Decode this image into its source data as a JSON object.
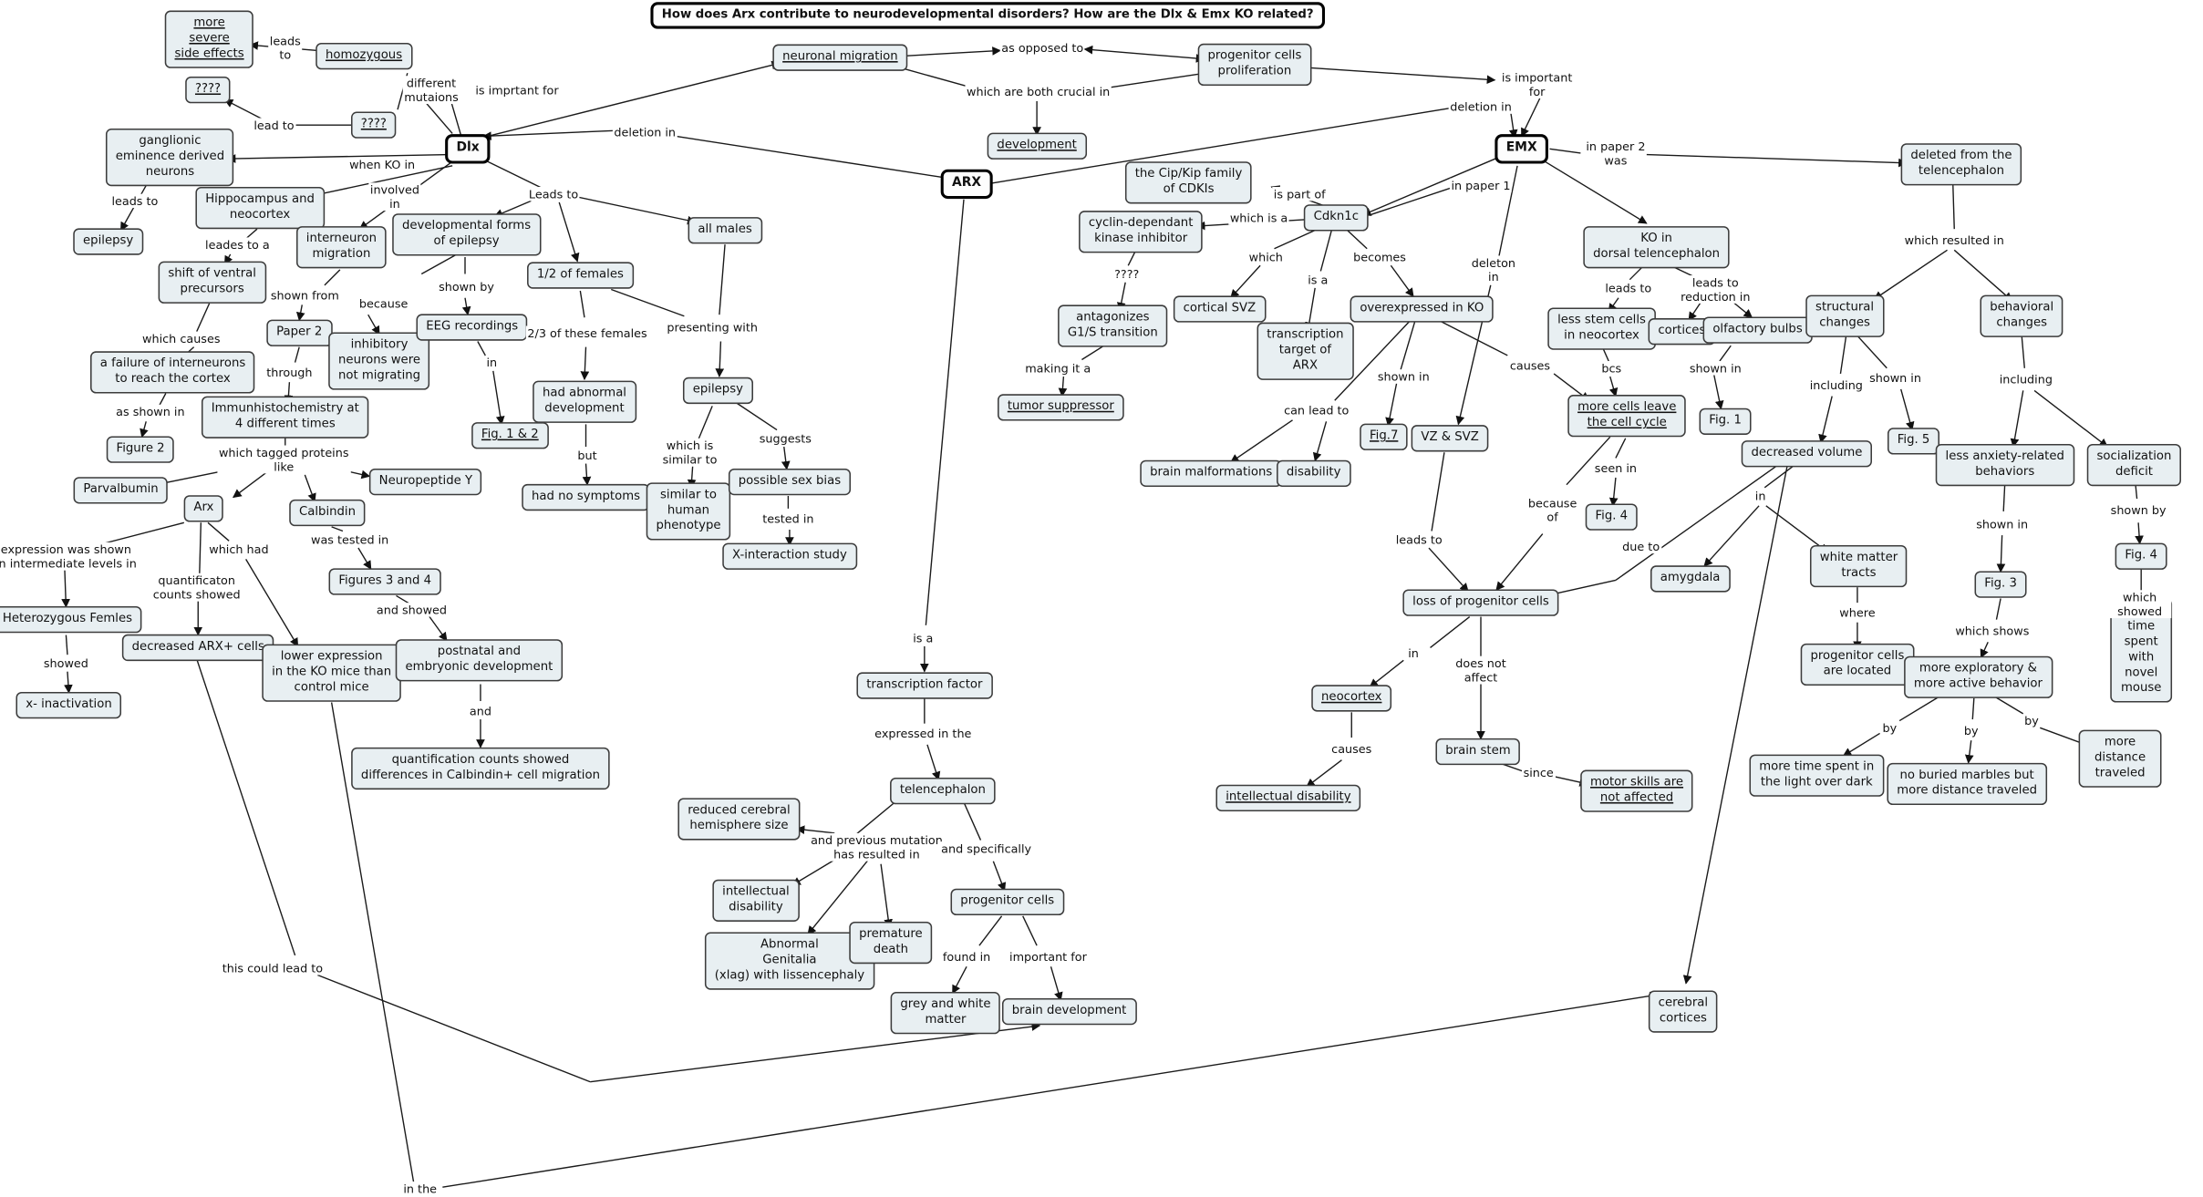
{
  "title": "How does Arx contribute to neurodevelopmental disorders? How are the Dlx & Emx KO related?",
  "nodes": {
    "dlx": "Dlx",
    "arx": "ARX",
    "emx": "EMX",
    "more_severe": "more\nsevere\nside effects",
    "homozygous": "homozygous",
    "q1": "????",
    "q2": "????",
    "ganglionic": "ganglionic\neminence derived\nneurons",
    "epilepsy_left": "epilepsy",
    "hippocampus": "Hippocampus and\nneocortex",
    "shift_ventral": "shift of ventral\nprecursors",
    "failure_interneurons": "a failure of interneurons\nto reach the cortex",
    "figure2": "Figure 2",
    "interneuron_migration": "interneuron\nmigration",
    "paper2": "Paper 2",
    "immuno": "Immunhistochemistry at\n4 different times",
    "parvalbumin": "Parvalbumin",
    "arx_small": "Arx",
    "calbindin": "Calbindin",
    "neuropeptide": "Neuropeptide Y",
    "het_females": "Heterozygous Femles",
    "x_inact": "x- inactivation",
    "decreased_arx": "decreased ARX+ cells",
    "lower_expression": "lower expression\nin the KO mice than\ncontrol mice",
    "figures34": "Figures 3 and 4",
    "postnatal": "postnatal and\nembryonic development",
    "quant_counts": "quantification counts showed\ndifferences in Calbindin+ cell migration",
    "dev_epilepsy": "developmental forms\nof epilepsy",
    "inhibitory": "inhibitory\nneurons were\nnot migrating",
    "eeg": "EEG recordings",
    "fig12": "Fig. 1 & 2",
    "half_females": "1/2 of females",
    "abnormal_dev": "had abnormal\ndevelopment",
    "no_symptoms": "had no symptoms",
    "all_males": "all males",
    "epilepsy_mid": "epilepsy",
    "similar_human": "similar to\nhuman\nphenotype",
    "sex_bias": "possible sex bias",
    "x_interaction": "X-interaction study",
    "neuronal_migration": "neuronal migration",
    "progenitor_prolif": "progenitor cells\nproliferation",
    "development": "development",
    "transcription_factor": "transcription factor",
    "telencephalon": "telencephalon",
    "reduced_hemisphere": "reduced cerebral\nhemisphere size",
    "intellectual_disability_left": "intellectual\ndisability",
    "abnormal_genitalia": "Abnormal\nGenitalia\n(xlag) with lissencephaly",
    "premature_death": "premature\ndeath",
    "progenitor_cells": "progenitor cells",
    "grey_white": "grey and white\nmatter",
    "brain_development": "brain development",
    "cip_kip": "the Cip/Kip family\nof CDKIs",
    "cdkn1c": "Cdkn1c",
    "cyclin_inhibitor": "cyclin-dependant\nkinase inhibitor",
    "antagonizes": "antagonizes\nG1/S transition",
    "tumor_suppressor": "tumor suppressor",
    "cortical_svz": "cortical SVZ",
    "transcription_target": "transcription\ntarget of\nARX",
    "overexpressed": "overexpressed in KO",
    "brain_malformations": "brain malformations",
    "disability": "disability",
    "fig7": "Fig.7",
    "more_cells_leave": "more cells leave\nthe cell cycle",
    "fig4_mid": "Fig. 4",
    "ko_dorsal": "KO in\ndorsal telencephalon",
    "less_stem": "less stem cells\nin neocortex",
    "cortices": "cortices",
    "olfactory": "olfactory bulbs",
    "fig1": "Fig. 1",
    "vz_svz": "VZ & SVZ",
    "loss_progenitor": "loss of progenitor cells",
    "neocortex": "neocortex",
    "intellectual_disability_right": "intellectual disability",
    "brain_stem": "brain stem",
    "motor_skills": "motor skills are\nnot affected",
    "deleted_telencephalon": "deleted from the\ntelencephalon",
    "structural_changes": "structural\nchanges",
    "fig5": "Fig. 5",
    "decreased_volume": "decreased volume",
    "amygdala": "amygdala",
    "white_matter": "white matter\ntracts",
    "progenitor_located": "progenitor cells\nare located",
    "cerebral_cortices": "cerebral\ncortices",
    "behavioral_changes": "behavioral\nchanges",
    "less_anxiety": "less anxiety-related\nbehaviors",
    "fig3": "Fig. 3",
    "more_exploratory": "more exploratory &\nmore active behavior",
    "more_time_light": "more time spent in\nthe light over dark",
    "no_buried": "no buried marbles but\nmore distance traveled",
    "more_distance": "more distance traveled",
    "socialization": "socialization\ndeficit",
    "fig4_right": "Fig. 4",
    "less_time_novel": "less time spent with\nnovel mouse"
  },
  "labels": {
    "leads_to_a": "leads\nto",
    "different_mutations": "different\nmutaions",
    "lead_to": "lead to",
    "is_imprtant_for": "is imprtant for",
    "when_ko_in": "when KO in",
    "leads_to_b": "leads to",
    "involved_in": "involved\nin",
    "leades_to_a": "leades to a",
    "which_causes": "which causes",
    "as_shown_in": "as shown in",
    "shown_from": "shown from",
    "through": "through",
    "which_tagged": "which tagged proteins\nlike",
    "expression_shown": "expression was shown\nin intermediate levels in",
    "showed": "showed",
    "quantificaton": "quantificaton\ncounts showed",
    "which_had": "which had",
    "was_tested_in": "was tested in",
    "and_showed": "and showed",
    "and": "and",
    "leads_to_c": "Leads to",
    "because": "because",
    "shown_by": "shown by",
    "in_eeg": "in",
    "two_thirds": "2/3 of these females",
    "but": "but",
    "presenting_with": "presenting with",
    "which_is_similar": "which is\nsimilar to",
    "suggests": "suggests",
    "tested_in": "tested in",
    "deletion_in_left": "deletion in",
    "as_opposed_to": "as opposed to",
    "both_crucial": "which are both crucial in",
    "is_important_for_right": "is important\nfor",
    "deletion_in_right": "deletion in",
    "in_paper2_was": "in paper 2\nwas",
    "is_a": "is a",
    "expressed_in": "expressed in the",
    "prev_mutation": "and previous mutation\nhas resulted in",
    "and_specifically": "and specifically",
    "found_in": "found in",
    "important_for": "important for",
    "this_could_lead": "this could lead to",
    "in_the": "in the",
    "is_part_of": "is part of",
    "in_paper1": "in paper 1",
    "which_is_a": "which is a",
    "qqqq": "????",
    "making_it_a": "making it a",
    "which": "which",
    "is_a_2": "is a",
    "becomes": "becomes",
    "can_lead_to": "can lead to",
    "shown_in_fig7": "shown in",
    "causes_a": "causes",
    "seen_in": "seen in",
    "because_of": "because\nof",
    "deleton_in": "deleton\nin",
    "leads_to_d": "leads to",
    "bcs": "bcs",
    "leads_to_reduction": "leads to\nreduction in",
    "shown_in_fig1": "shown in",
    "leads_to_e": "leads to",
    "in_neocortex": "in",
    "does_not_affect": "does not\naffect",
    "causes_b": "causes",
    "since": "since",
    "due_to": "due to",
    "which_resulted": "which resulted in",
    "including_a": "including",
    "shown_in_fig5": "shown in",
    "in_volume": "in",
    "where": "where",
    "including_b": "including",
    "shown_in_fig3": "shown in",
    "which_shows": "which shows",
    "by_a": "by",
    "by_b": "by",
    "by_c": "by",
    "shown_by_fig4": "shown by",
    "which_showed": "which showed"
  },
  "colors": {
    "node_fill": "#e8eff2",
    "node_border": "#3c3c3c",
    "line": "#1a1a1a"
  }
}
